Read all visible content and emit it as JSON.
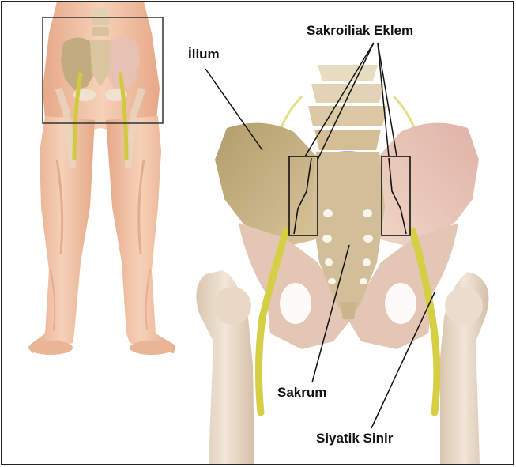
{
  "labels": {
    "ilium": "İlium",
    "sacroiliac_joint": "Sakroiliak Eklem",
    "sacrum": "Sakrum",
    "sciatic_nerve": "Siyatik Sinir"
  },
  "colors": {
    "skin": "#f2c4a4",
    "skin_shade": "#e3a583",
    "bone": "#c9b48c",
    "bone_light": "#e9d9bd",
    "bone_pink": "#e8c2b6",
    "nerve": "#d6cf46",
    "line": "#111111",
    "frame": "#222222"
  }
}
